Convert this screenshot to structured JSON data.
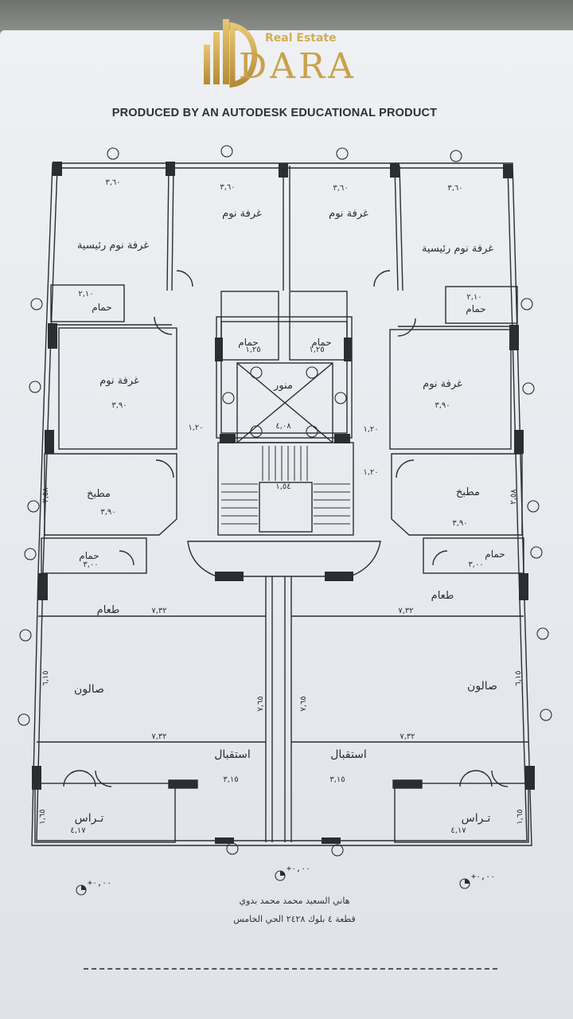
{
  "logo": {
    "word": "DARA",
    "sub": "Real Estate"
  },
  "header": {
    "produced_by": "PRODUCED BY AN AUTODESK EDUCATIONAL PRODUCT"
  },
  "rooms": {
    "master_bedroom": "غرفة نوم رئيسية",
    "bedroom": "غرفة نوم",
    "bathroom": "حمام",
    "kitchen": "مطبخ",
    "dining": "طعام",
    "salon": "صالون",
    "reception": "استقبال",
    "terrace": "تـراس",
    "light_well": "منور"
  },
  "dimensions": {
    "d360": "٣,٦٠",
    "d390": "٣,٩٠",
    "d210": "٢,١٠",
    "d300": "٣,٠٠",
    "d732": "٧,٣٢",
    "d765": "٧,٦٥",
    "d315": "٣,١٥",
    "d417": "٤,١٧",
    "d165": "١,٦٥",
    "d258": "٢,٥٨",
    "d120": "١,٢٠",
    "d615": "٦,١٥",
    "d154": "١,٥٤",
    "d408": "٤,٠٨",
    "d125": "١,٢٥"
  },
  "levels": {
    "left": "+٠,٠٠",
    "center": "+٠,٠٠",
    "right": "+٠,٠٠"
  },
  "footer": {
    "owner": "هاني السعيد محمد محمد بدوي",
    "lot": "قطعة ٤ بلوك ٢٤٢٨ الحي الخامس"
  },
  "colors": {
    "gold": "#c8a24b",
    "ink": "#2b2d31",
    "paper": "#e9ecf0"
  }
}
